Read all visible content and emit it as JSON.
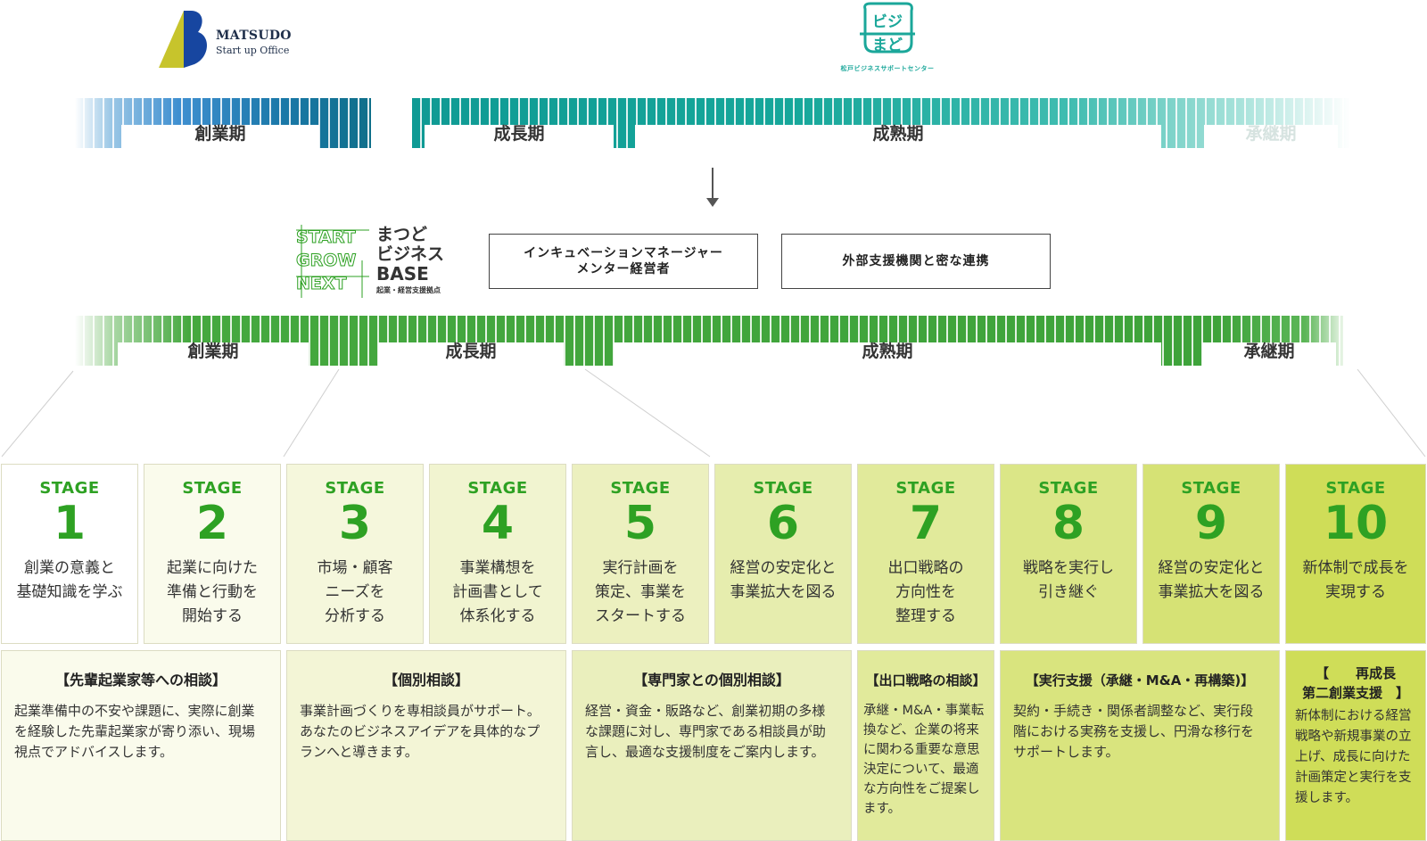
{
  "logos": {
    "matsudo_name": "MATSUDO",
    "matsudo_sub": "Start up Office",
    "bizi_mark_top": "ビジ",
    "bizi_mark_bottom": "まど",
    "bizi_caption": "松戸ビジネスサポートセンター",
    "base_words": [
      "START",
      "GROW",
      "NEXT"
    ],
    "base_jp1": "まつど",
    "base_jp2": "ビジネス",
    "base_en": "BASE",
    "base_tag": "起業・経営支援拠点"
  },
  "top_bar": {
    "labels": [
      "創業期",
      "成長期",
      "成熟期",
      "承継期"
    ],
    "colors": {
      "blue": "#1d8bb6",
      "teal": "#14a597",
      "light_teal": "#8fd9d0"
    }
  },
  "boxes": {
    "box1_line1": "インキュベーションマネージャー",
    "box1_line2": "メンター経営者",
    "box2": "外部支援機関と密な連携"
  },
  "bottom_bar": {
    "labels": [
      "創業期",
      "成長期",
      "成熟期",
      "承継期"
    ],
    "color": "#3ea33a"
  },
  "stage_label": "STAGE",
  "stages": [
    {
      "num": "1",
      "desc": "創業の意義と\n基礎知識を学ぶ",
      "bg": "#ffffff"
    },
    {
      "num": "2",
      "desc": "起業に向けた\n準備と行動を\n開始する",
      "bg": "#fafbec"
    },
    {
      "num": "3",
      "desc": "市場・顧客\nニーズを\n分析する",
      "bg": "#f5f7dc"
    },
    {
      "num": "4",
      "desc": "事業構想を\n計画書として\n体系化する",
      "bg": "#f1f4d0"
    },
    {
      "num": "5",
      "desc": "実行計画を\n策定、事業を\nスタートする",
      "bg": "#ecf0bf"
    },
    {
      "num": "6",
      "desc": "経営の安定化と\n事業拡大を図る",
      "bg": "#e6edae"
    },
    {
      "num": "7",
      "desc": "出口戦略の\n方向性を\n整理する",
      "bg": "#e1ea9b"
    },
    {
      "num": "8",
      "desc": "戦略を実行し\n引き継ぐ",
      "bg": "#dbe687"
    },
    {
      "num": "9",
      "desc": "経営の安定化と\n事業拡大を図る",
      "bg": "#d6e275"
    },
    {
      "num": "10",
      "desc": "新体制で成長を\n実現する",
      "bg": "#cfdd58"
    }
  ],
  "consults": [
    {
      "title": "【先輩起業家等への相談】",
      "body": "起業準備中の不安や課題に、実際に創業を経験した先輩起業家が寄り添い、現場視点でアドバイスします。",
      "bg": "#fafbec"
    },
    {
      "title": "【個別相談】",
      "body": "事業計画づくりを専相談員がサポート。あなたのビジネスアイデアを具体的なプランへと導きます。",
      "bg": "#f3f5d6"
    },
    {
      "title": "【専門家との個別相談】",
      "body": "経営・資金・販路など、創業初期の多様な課題に対し、専門家である相談員が助言し、最適な支援制度をご案内します。",
      "bg": "#eaefbd"
    },
    {
      "title": "【出口戦略の相談】",
      "body": "承継・M&A・事業転換など、企業の将来に関わる重要な意思決定について、最適な方向性をご提案します。",
      "bg": "#e1ea9b"
    },
    {
      "title": "【実行支援（承継・M&A・再構築)】",
      "body": "契約・手続き・関係者調整など、実行段階における実務を支援し、円滑な移行をサポートします。",
      "bg": "#d9e47e"
    },
    {
      "title": "【　　再成長\n第二創業支援　】",
      "body": "新体制における経営戦略や新規事業の立上げ、成長に向けた計画策定と実行を支援します。",
      "bg": "#cfdd58"
    }
  ]
}
